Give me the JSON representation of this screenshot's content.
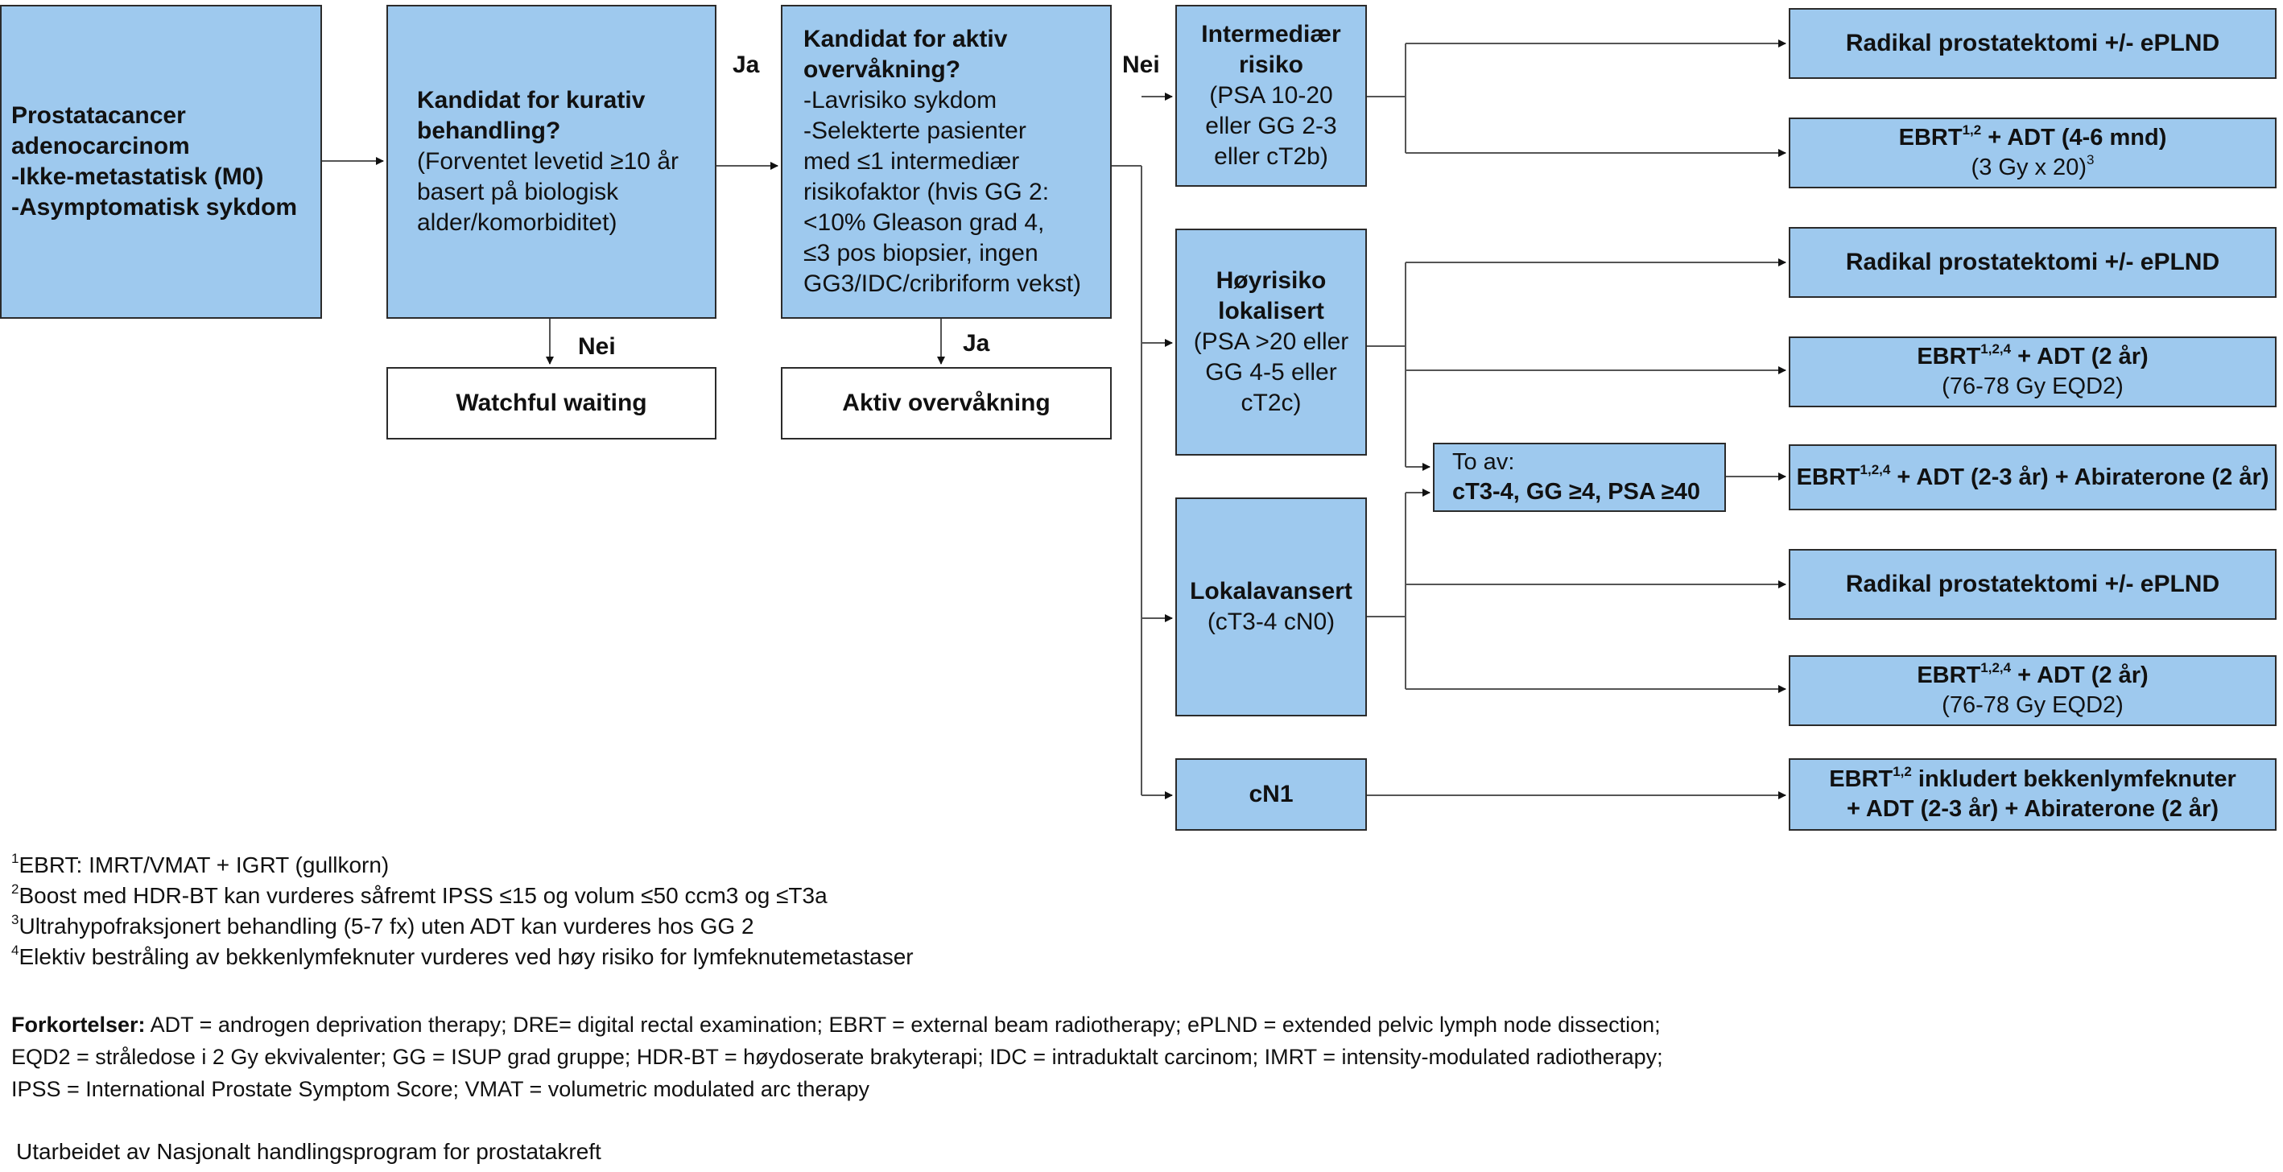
{
  "colors": {
    "box_fill": "#9ec9ee",
    "border": "#2b2b2b",
    "line": "#555555"
  },
  "start": {
    "l1": "Prostatacancer",
    "l2": "adenocarcinom",
    "l3": "-Ikke-metastatisk (M0)",
    "l4": "-Asymptomatisk sykdom"
  },
  "kurativ": {
    "title1": "Kandidat for kurativ",
    "title2": "behandling?",
    "l1": "(Forventet levetid ≥10 år",
    "l2": "basert på biologisk",
    "l3": "alder/komorbiditet)"
  },
  "aktiv_q": {
    "title1": "Kandidat for aktiv",
    "title2": "overvåkning?",
    "l1": "-Lavrisiko sykdom",
    "l2": "-Selekterte pasienter",
    "l3": "med ≤1 intermediær",
    "l4": "risikofaktor (hvis GG 2:",
    "l5": "<10% Gleason grad 4,",
    "l6": "≤3 pos biopsier, ingen",
    "l7": "GG3/IDC/cribriform vekst)"
  },
  "labels": {
    "ja1": "Ja",
    "nei1": "Nei",
    "nei2": "Nei",
    "ja2": "Ja"
  },
  "watchful": "Watchful waiting",
  "aktiv_overvakning": "Aktiv overvåkning",
  "inter": {
    "t1": "Intermediær",
    "t2": "risiko",
    "l1": "(PSA 10-20",
    "l2": "eller GG 2-3",
    "l3": "eller cT2b)"
  },
  "hoy": {
    "t1": "Høyrisiko",
    "t2": "lokalisert",
    "l1": "(PSA >20 eller",
    "l2": "GG 4-5 eller",
    "l3": "cT2c)"
  },
  "lokal": {
    "t1": "Lokalavansert",
    "l1": "(cT3-4 cN0)"
  },
  "cn1": "cN1",
  "toav": {
    "l1": "To av:",
    "l2": "cT3-4, GG ≥4, PSA ≥40"
  },
  "r1": "Radikal prostatektomi +/- ePLND",
  "r2": {
    "a": "EBRT",
    "sup": "1,2",
    "b": " + ADT (4-6 mnd)",
    "c": "(3 Gy x 20)",
    "csup": "3"
  },
  "r3": "Radikal prostatektomi +/- ePLND",
  "r4": {
    "a": "EBRT",
    "sup": "1,2,4",
    "b": " + ADT (2 år)",
    "c": "(76-78 Gy EQD2)"
  },
  "r5": {
    "a": "EBRT",
    "sup": "1,2,4",
    "b": " + ADT (2-3 år) + Abiraterone (2 år)"
  },
  "r6": "Radikal prostatektomi +/- ePLND",
  "r7": {
    "a": "EBRT",
    "sup": "1,2,4",
    "b": " + ADT (2 år)",
    "c": "(76-78 Gy EQD2)"
  },
  "r8": {
    "a": "EBRT",
    "sup": "1,2",
    "b": " inkludert bekkenlymfeknuter",
    "c": "+ ADT (2-3 år) + Abiraterone (2 år)"
  },
  "footnotes": [
    {
      "n": "1",
      "text": "EBRT: IMRT/VMAT + IGRT (gullkorn)"
    },
    {
      "n": "2",
      "text": "Boost med HDR-BT kan vurderes såfremt IPSS ≤15 og volum ≤50 ccm3 og ≤T3a"
    },
    {
      "n": "3",
      "text": "Ultrahypofraksjonert behandling (5-7 fx) uten ADT kan vurderes hos GG 2"
    },
    {
      "n": "4",
      "text": "Elektiv bestråling av bekkenlymfeknuter vurderes ved høy risiko for lymfeknutemetastaser"
    }
  ],
  "abbrev": {
    "label": "Forkortelser:",
    "l1": " ADT = androgen deprivation therapy; DRE= digital rectal examination; EBRT = external beam radiotherapy; ePLND = extended pelvic lymph node dissection;",
    "l2": "EQD2 = stråledose i 2 Gy ekvivalenter; GG = ISUP grad gruppe; HDR-BT = høydoserate brakyterapi; IDC = intraduktalt carcinom; IMRT = intensity-modulated radiotherapy;",
    "l3": "IPSS = International Prostate Symptom Score; VMAT = volumetric modulated arc therapy"
  },
  "credit": "Utarbeidet av Nasjonalt handlingsprogram for prostatakreft"
}
